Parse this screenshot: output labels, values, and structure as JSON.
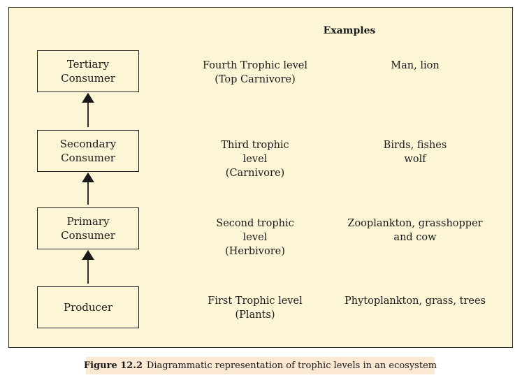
{
  "header": {
    "examples_label": "Examples"
  },
  "levels": [
    {
      "consumer": "Tertiary\nConsumer",
      "level": "Fourth Trophic level\n(Top Carnivore)",
      "examples": "Man, lion"
    },
    {
      "consumer": "Secondary\nConsumer",
      "level": "Third trophic\nlevel\n(Carnivore)",
      "examples": "Birds, fishes\nwolf"
    },
    {
      "consumer": "Primary\nConsumer",
      "level": "Second trophic\nlevel\n(Herbivore)",
      "examples": "Zooplankton, grasshopper\nand cow"
    },
    {
      "consumer": "Producer",
      "level": "First Trophic level\n(Plants)",
      "examples": "Phytoplankton, grass, trees"
    }
  ],
  "caption": {
    "label": "Figure 12.2",
    "text": "Diagrammatic representation of trophic levels in an ecosystem"
  },
  "colors": {
    "panel_background": "#fcf5d6",
    "caption_background": "#fbe8d3"
  }
}
